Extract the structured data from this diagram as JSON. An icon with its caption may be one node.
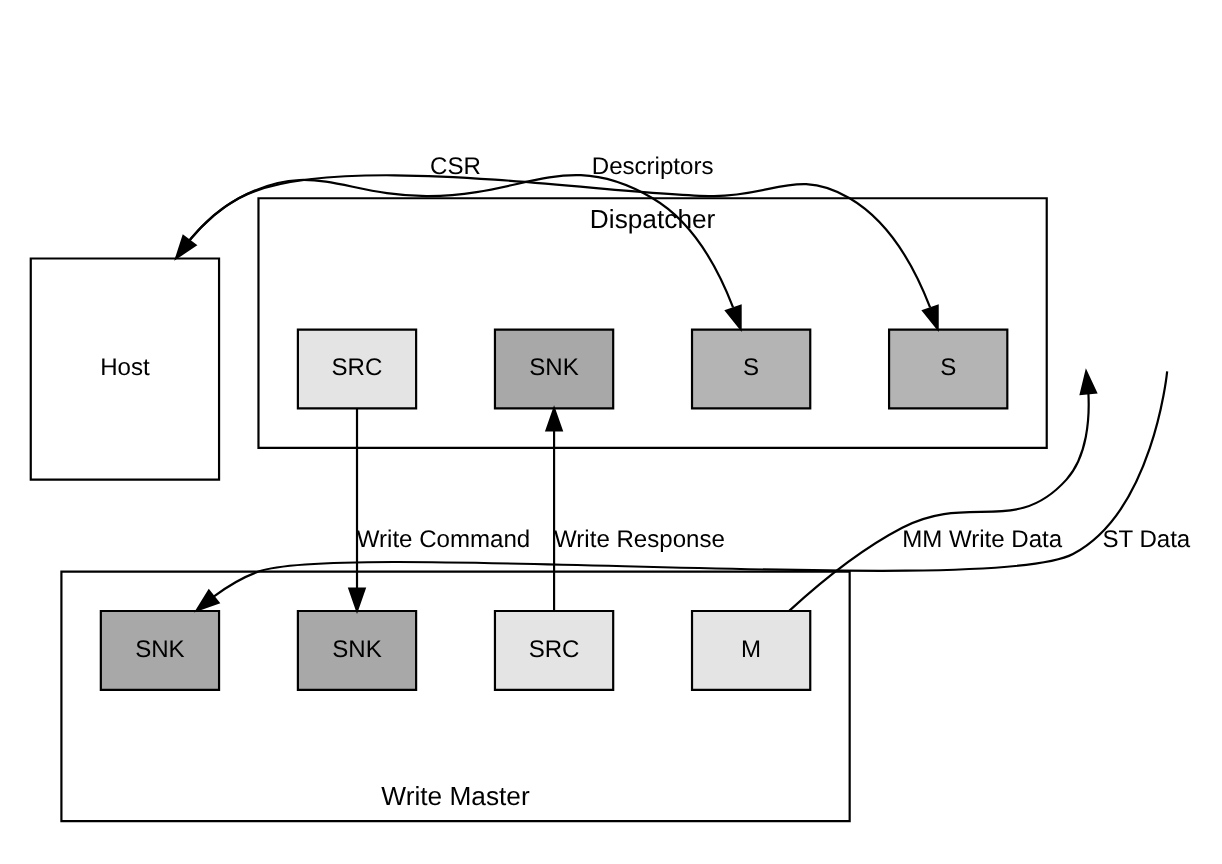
{
  "diagram": {
    "nodes": [
      {
        "text": [
          "Host"
        ]
      },
      {
        "text": [
          "Dispatcher"
        ]
      },
      {
        "text": [
          "S"
        ],
        "in": 1
      },
      {
        "text": [
          "S"
        ],
        "in": 1
      },
      {
        "text": [
          "SNK"
        ],
        "in": 1
      },
      {
        "text": [
          "SRC"
        ],
        "in": 1
      },
      {
        "text": [
          "Write Master"
        ]
      },
      {
        "text": [
          "M"
        ],
        "in": 6
      },
      {
        "text": [
          "SRC"
        ],
        "in": 6
      },
      {
        "text": [
          "SNK"
        ],
        "in": 6
      },
      {
        "text": [
          "SNK"
        ],
        "in": 6
      }
    ],
    "edges": [
      {
        "from": 0,
        "to": 2,
        "arrow": "to",
        "label": "Descriptors"
      },
      {
        "from": 0,
        "to": 3,
        "arrow": "both",
        "label": "CSR"
      },
      {
        "from": 8,
        "to": 4,
        "arrow": "to",
        "label": "Write Response"
      },
      {
        "from": 5,
        "to": 9,
        "arrow": "to",
        "label": "Write Command"
      },
      {
        "from": 7,
        "to": null,
        "arrow": "to",
        "label": "MM Write Data"
      },
      {
        "from": null,
        "to": 10,
        "arrow": "to",
        "label": "ST Data"
      }
    ]
  }
}
